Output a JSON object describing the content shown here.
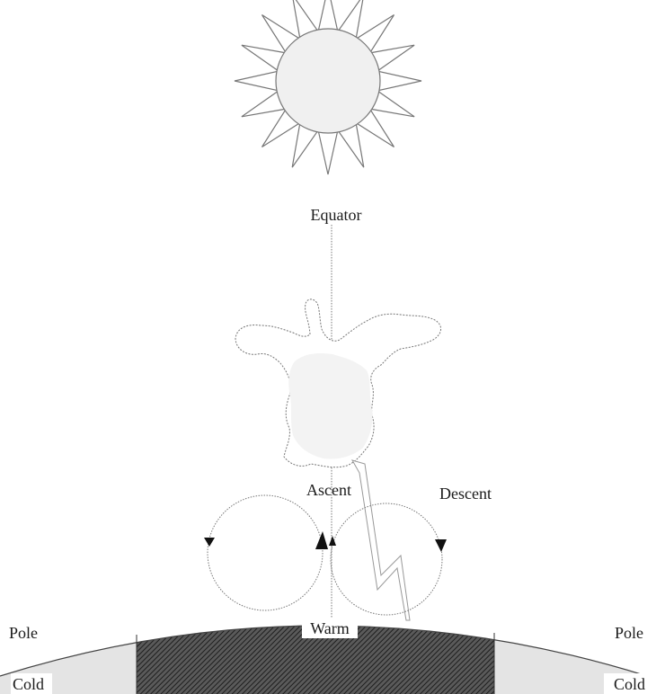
{
  "labels": {
    "equator": "Equator",
    "ascent": "Ascent",
    "descent": "Descent",
    "warm": "Warm",
    "pole_left": "Pole",
    "pole_right": "Pole",
    "cold_left": "Cold",
    "cold_right": "Cold"
  },
  "colors": {
    "line": "#777777",
    "sun_fill": "#f0f0f0",
    "warm_band": "#444444",
    "cold_band": "#e4e4e4"
  },
  "icons": {
    "sun": "sun-icon",
    "cloud": "cloud-icon",
    "lightning": "lightning-icon"
  }
}
